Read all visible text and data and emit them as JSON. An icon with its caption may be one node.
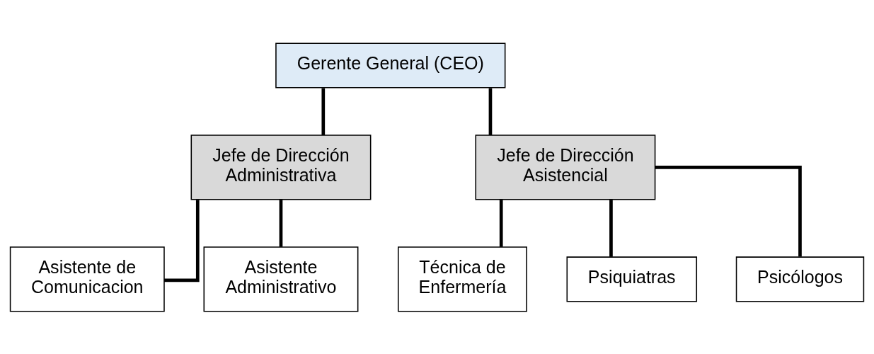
{
  "diagram": {
    "nodes": [
      {
        "text": [
          "Gerente General (CEO)"
        ]
      },
      {
        "text": [
          "Jefe de Dirección Administrativa"
        ]
      },
      {
        "text": [
          "Jefe de Dirección Asistencial"
        ]
      },
      {
        "text": [
          "Asistente de Comunicacion"
        ]
      },
      {
        "text": [
          "Asistente Administrativo"
        ]
      },
      {
        "text": [
          "Técnica de Enfermería"
        ]
      },
      {
        "text": [
          "Psiquiatras"
        ]
      },
      {
        "text": [
          "Psicólogos"
        ]
      }
    ],
    "edges": [
      {
        "from": 0,
        "to": 1,
        "arrow": "none"
      },
      {
        "from": 0,
        "to": 2,
        "arrow": "none"
      },
      {
        "from": 1,
        "to": 3,
        "arrow": "none"
      },
      {
        "from": 1,
        "to": 4,
        "arrow": "none"
      },
      {
        "from": 2,
        "to": 5,
        "arrow": "none"
      },
      {
        "from": 2,
        "to": 6,
        "arrow": "none"
      },
      {
        "from": 2,
        "to": 7,
        "arrow": "none"
      }
    ]
  }
}
